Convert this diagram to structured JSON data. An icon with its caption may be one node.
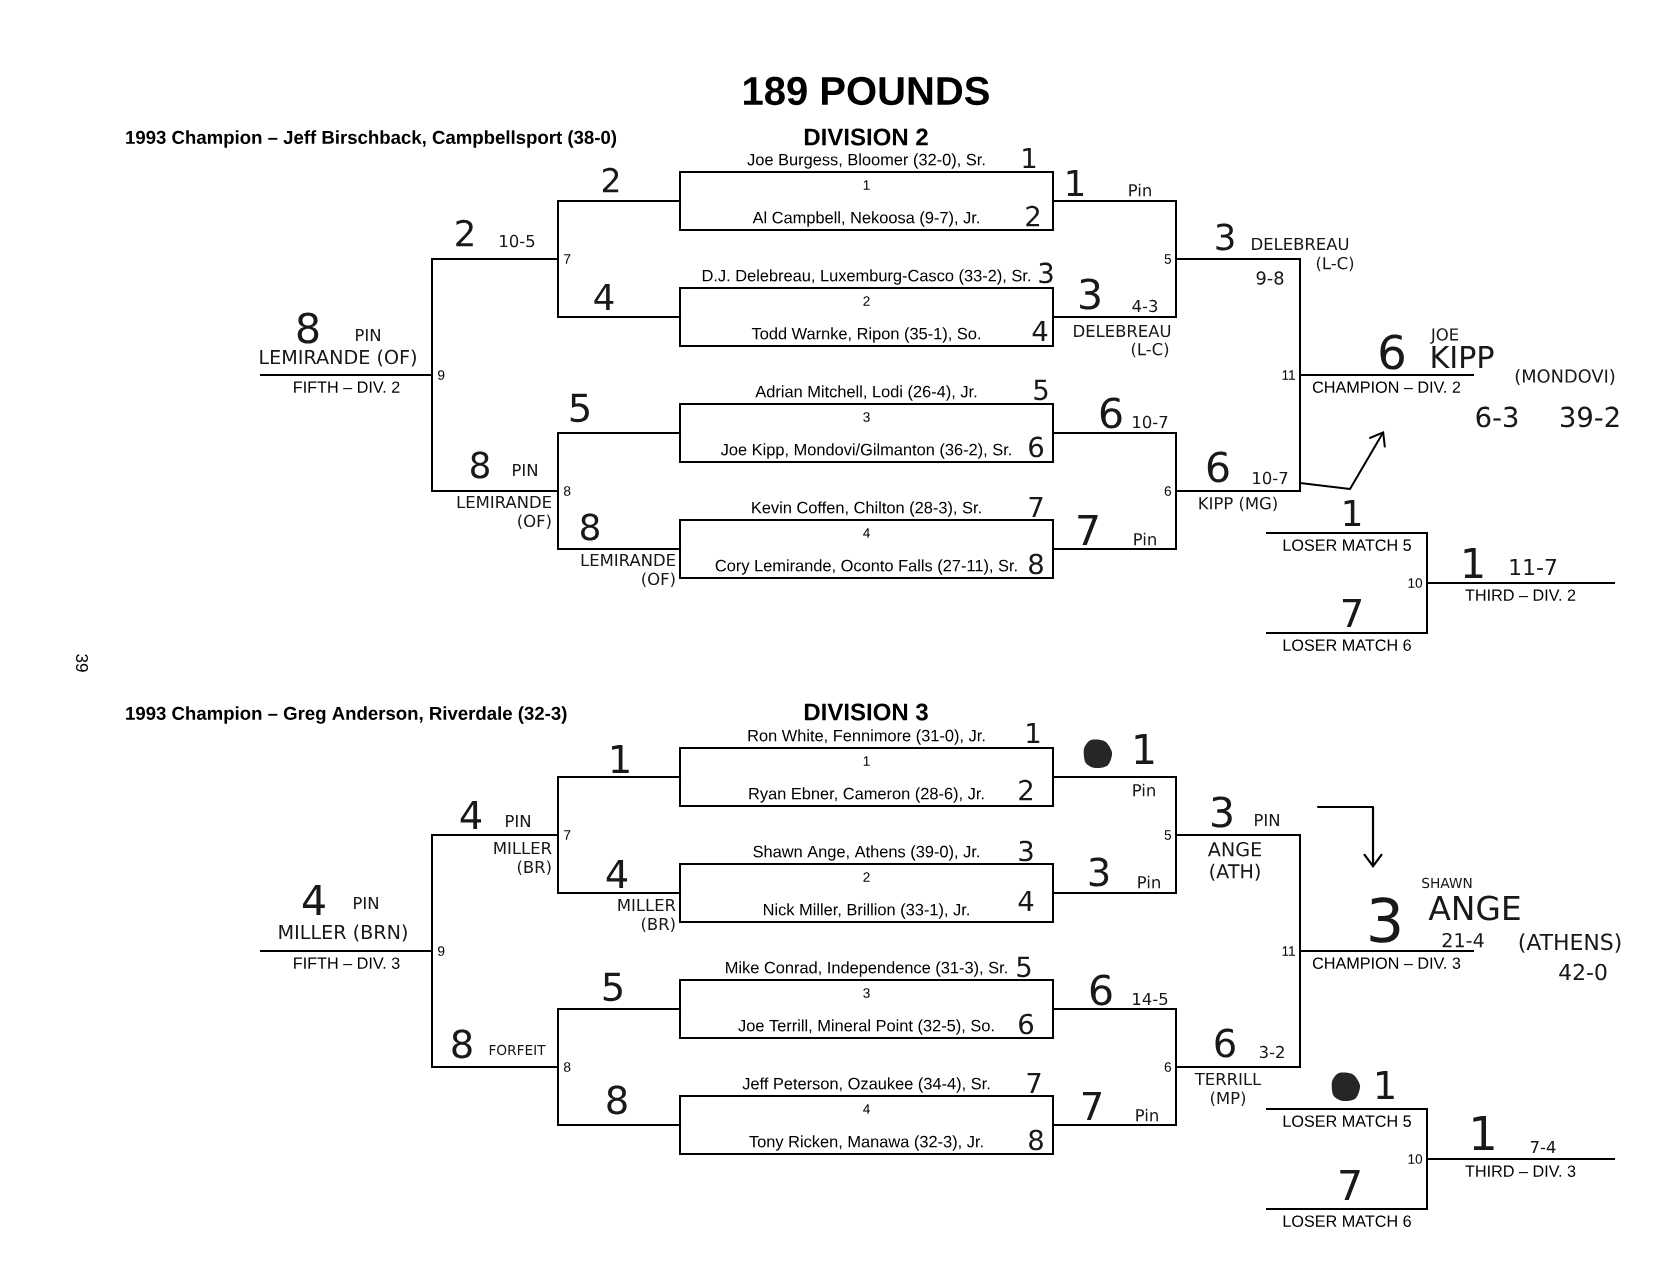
{
  "diagram": {
    "title": "189 POUNDS",
    "nodes": [
      {
        "text": [
          "Joe Burgess, Bloomer (32-0), Sr.",
          "1",
          "Al Campbell, Nekoosa (9-7), Jr."
        ]
      },
      {
        "text": [
          "D.J. Delebreau, Luxemburg-Casco (33-2), Sr.",
          "2",
          "Todd Warnke, Ripon (35-1), So."
        ]
      },
      {
        "text": [
          "Adrian Mitchell, Lodi (26-4), Jr.",
          "3",
          "Joe Kipp, Mondovi/Gilmanton (36-2), Sr."
        ]
      },
      {
        "text": [
          "Kevin Coffen, Chilton (28-3), Sr.",
          "4",
          "Cory Lemirande, Oconto Falls (27-11), Sr."
        ]
      },
      {
        "text": [
          "5"
        ]
      },
      {
        "text": [
          "6"
        ]
      },
      {
        "text": [
          "11"
        ]
      },
      {
        "text": [
          "CHAMPION – DIV. 2"
        ]
      },
      {
        "text": [
          "7"
        ]
      },
      {
        "text": [
          "8"
        ]
      },
      {
        "text": [
          "9"
        ]
      },
      {
        "text": [
          "FIFTH – DIV. 2"
        ]
      },
      {
        "text": [
          "LOSER MATCH 5"
        ]
      },
      {
        "text": [
          "LOSER MATCH 6"
        ]
      },
      {
        "text": [
          "10"
        ]
      },
      {
        "text": [
          "THIRD – DIV. 2"
        ]
      },
      {
        "text": [
          "Ron White, Fennimore (31-0), Jr.",
          "1",
          "Ryan Ebner, Cameron (28-6), Jr."
        ]
      },
      {
        "text": [
          "Shawn Ange, Athens (39-0), Jr.",
          "2",
          "Nick Miller, Brillion (33-1), Jr."
        ]
      },
      {
        "text": [
          "Mike Conrad, Independence (31-3), Sr.",
          "3",
          "Joe Terrill, Mineral Point (32-5), So."
        ]
      },
      {
        "text": [
          "Jeff Peterson, Ozaukee (34-4), Sr.",
          "4",
          "Tony Ricken, Manawa (32-3), Jr."
        ]
      },
      {
        "text": [
          "5"
        ]
      },
      {
        "text": [
          "6"
        ]
      },
      {
        "text": [
          "11"
        ]
      },
      {
        "text": [
          "CHAMPION – DIV. 3"
        ]
      },
      {
        "text": [
          "7"
        ]
      },
      {
        "text": [
          "8"
        ]
      },
      {
        "text": [
          "9"
        ]
      },
      {
        "text": [
          "FIFTH – DIV. 3"
        ]
      },
      {
        "text": [
          "LOSER MATCH 5"
        ]
      },
      {
        "text": [
          "LOSER MATCH 6"
        ]
      },
      {
        "text": [
          "10"
        ]
      },
      {
        "text": [
          "THIRD – DIV. 3"
        ]
      }
    ],
    "edges": [
      {
        "from": 0,
        "to": 4,
        "arrow": "none"
      },
      {
        "from": 1,
        "to": 4,
        "arrow": "none"
      },
      {
        "from": 2,
        "to": 5,
        "arrow": "none"
      },
      {
        "from": 3,
        "to": 5,
        "arrow": "none"
      },
      {
        "from": 4,
        "to": 6,
        "arrow": "none"
      },
      {
        "from": 5,
        "to": 6,
        "arrow": "none"
      },
      {
        "from": 6,
        "to": 7,
        "arrow": "none"
      },
      {
        "from": 0,
        "to": 8,
        "arrow": "none"
      },
      {
        "from": 1,
        "to": 8,
        "arrow": "none"
      },
      {
        "from": 2,
        "to": 9,
        "arrow": "none"
      },
      {
        "from": 3,
        "to": 9,
        "arrow": "none"
      },
      {
        "from": 8,
        "to": 10,
        "arrow": "none"
      },
      {
        "from": 9,
        "to": 10,
        "arrow": "none"
      },
      {
        "from": 10,
        "to": 11,
        "arrow": "none"
      },
      {
        "from": 12,
        "to": 14,
        "arrow": "none"
      },
      {
        "from": 13,
        "to": 14,
        "arrow": "none"
      },
      {
        "from": 14,
        "to": 15,
        "arrow": "none"
      },
      {
        "from": 6,
        "to": null,
        "arrow": "to"
      },
      {
        "from": 16,
        "to": 20,
        "arrow": "none"
      },
      {
        "from": 17,
        "to": 20,
        "arrow": "none"
      },
      {
        "from": 18,
        "to": 21,
        "arrow": "none"
      },
      {
        "from": 19,
        "to": 21,
        "arrow": "none"
      },
      {
        "from": 20,
        "to": 22,
        "arrow": "none"
      },
      {
        "from": 21,
        "to": 22,
        "arrow": "none"
      },
      {
        "from": 22,
        "to": 23,
        "arrow": "none"
      },
      {
        "from": 16,
        "to": 24,
        "arrow": "none"
      },
      {
        "from": 17,
        "to": 24,
        "arrow": "none"
      },
      {
        "from": 18,
        "to": 25,
        "arrow": "none"
      },
      {
        "from": 19,
        "to": 25,
        "arrow": "none"
      },
      {
        "from": 24,
        "to": 26,
        "arrow": "none"
      },
      {
        "from": 25,
        "to": 26,
        "arrow": "none"
      },
      {
        "from": 26,
        "to": 27,
        "arrow": "none"
      },
      {
        "from": 28,
        "to": 30,
        "arrow": "none"
      },
      {
        "from": 29,
        "to": 30,
        "arrow": "none"
      },
      {
        "from": 30,
        "to": 31,
        "arrow": "none"
      }
    ],
    "labels": [
      "DIVISION 2",
      "1993 Champion – Jeff Birschback, Campbellsport (38-0)",
      "1",
      "2",
      "1",
      "Pin",
      "2",
      "2",
      "10-5",
      "3",
      "DELEBREAU",
      "(L-C)",
      "3",
      "9-8",
      "4",
      "3",
      "4-3",
      "4",
      "DELEBREAU",
      "(L-C)",
      "8",
      "PIN",
      "JOE",
      "6",
      "KIPP",
      "LEMIRANDE (OF)",
      "(MONDOVI)",
      "5",
      "5",
      "6",
      "10-7",
      "6-3",
      "39-2",
      "6",
      "8",
      "PIN",
      "6",
      "10-7",
      "LEMIRANDE (OF)",
      "KIPP (MG)",
      "7",
      "1",
      "8",
      "7",
      "Pin",
      "LEMIRANDE (OF)",
      "1",
      "11-7",
      "8",
      "7",
      "39",
      "DIVISION 3",
      "1993 Champion – Greg Anderson, Riverdale (32-3)",
      "1",
      "1",
      "1",
      "2",
      "Pin",
      "4",
      "PIN",
      "3",
      "PIN",
      "MILLER (BR)",
      "ANGE (ATH)",
      "3",
      "SHAWN",
      "4",
      "3",
      "Pin",
      "4",
      "PIN",
      "4",
      "ANGE",
      "MILLER (BR)",
      "3",
      "MILLER (BRN)",
      "21-4",
      "(ATHENS)",
      "42-0",
      "5",
      "5",
      "6",
      "14-5",
      "6",
      "6",
      "8",
      "FORFEIT",
      "3-2",
      "TERRILL (MP)",
      "7",
      "1",
      "8",
      "7",
      "Pin",
      "1",
      "7-4",
      "8",
      "7"
    ]
  }
}
